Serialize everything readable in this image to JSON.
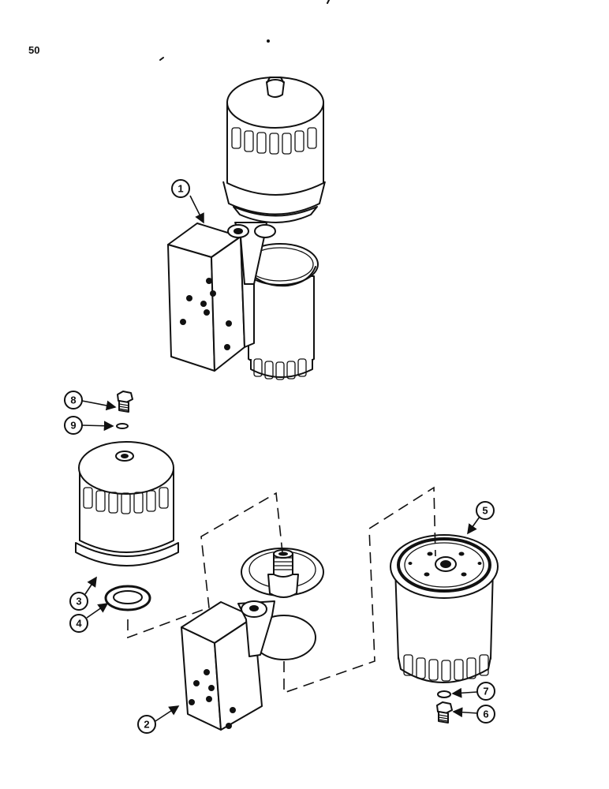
{
  "page": {
    "number": "50"
  },
  "callouts": [
    "1",
    "2",
    "3",
    "4",
    "5",
    "6",
    "7",
    "8",
    "9"
  ],
  "colors": {
    "ink": "#111111",
    "paper": "#ffffff"
  }
}
